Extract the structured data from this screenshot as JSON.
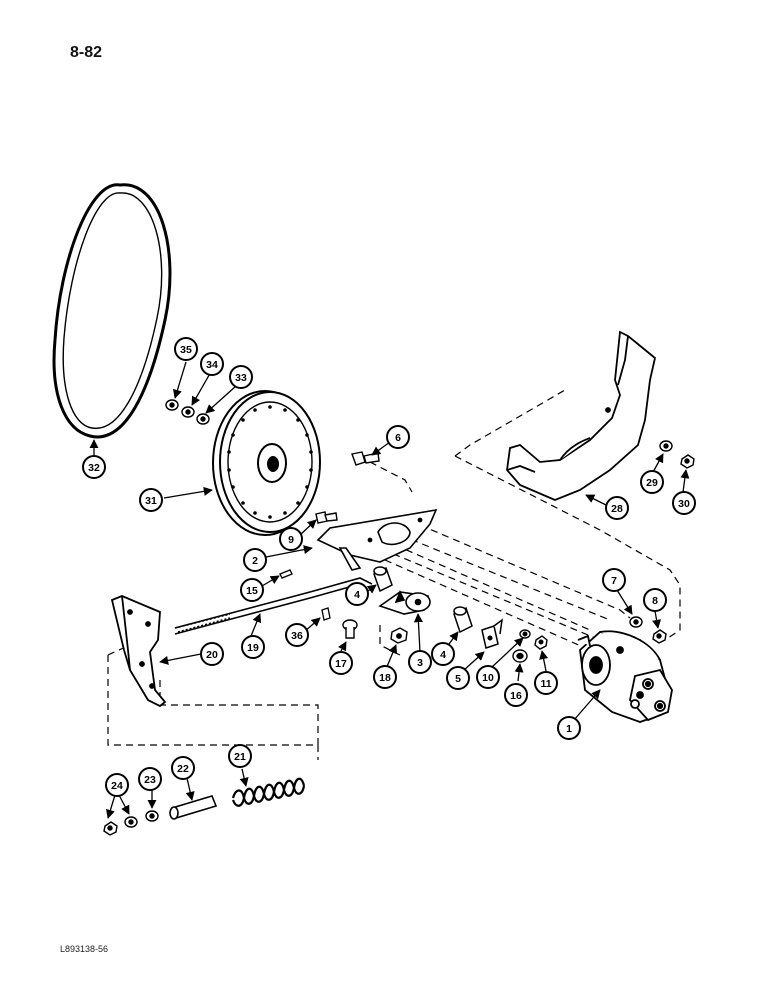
{
  "page_number": "8-82",
  "reference_code": "L893138-56",
  "callouts": {
    "c1": "1",
    "c2": "2",
    "c3": "3",
    "c4a": "4",
    "c4b": "4",
    "c5": "5",
    "c6": "6",
    "c7": "7",
    "c8": "8",
    "c9": "9",
    "c10": "10",
    "c11": "11",
    "c15": "15",
    "c16": "16",
    "c17": "17",
    "c18": "18",
    "c19": "19",
    "c20": "20",
    "c21": "21",
    "c22": "22",
    "c23": "23",
    "c24": "24",
    "c28": "28",
    "c29": "29",
    "c30": "30",
    "c31": "31",
    "c32": "32",
    "c33": "33",
    "c34": "34",
    "c35": "35",
    "c36": "36"
  }
}
